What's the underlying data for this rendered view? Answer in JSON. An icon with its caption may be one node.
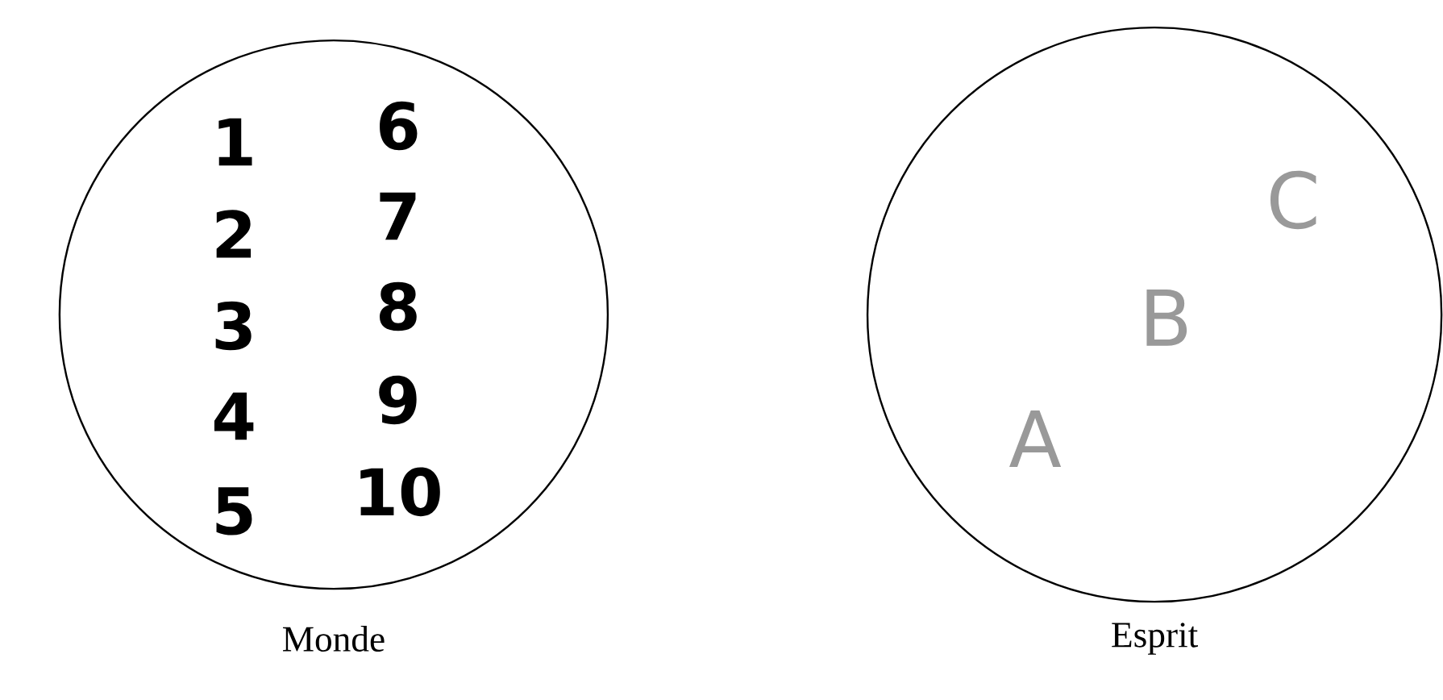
{
  "diagram": {
    "nodes": [
      {
        "text": [
          "1",
          "2",
          "3",
          "4",
          "5",
          "6",
          "7",
          "8",
          "9",
          "10"
        ],
        "beside": [
          "Monde"
        ]
      },
      {
        "text": [
          "A",
          "B",
          "C"
        ],
        "beside": [
          "Esprit"
        ]
      }
    ]
  }
}
